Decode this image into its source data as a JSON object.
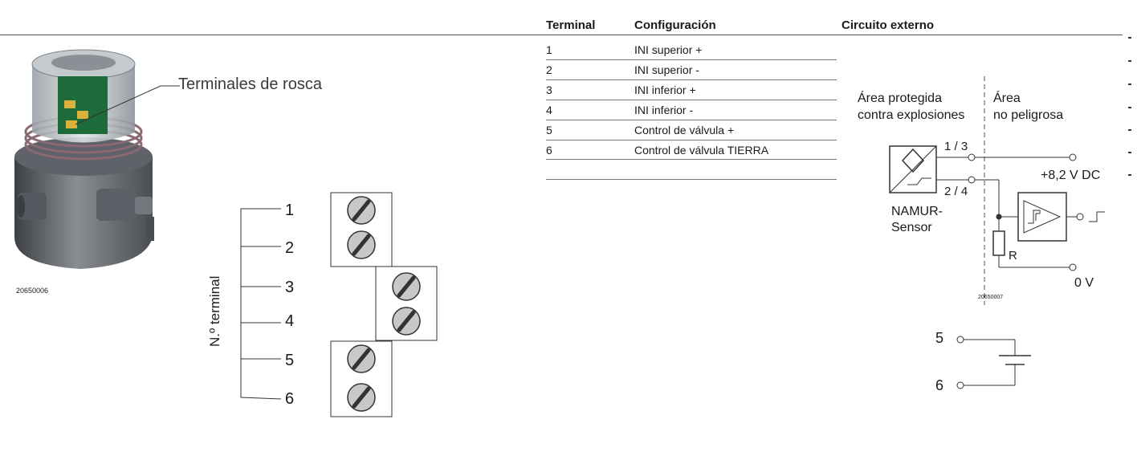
{
  "photo": {
    "callout_label": "Terminales de rosca",
    "image_id": "20650006"
  },
  "terminal_block": {
    "axis_label": "N.º terminal",
    "terminals": [
      "1",
      "2",
      "3",
      "4",
      "5",
      "6"
    ]
  },
  "table": {
    "headers": [
      "Terminal",
      "Configuración",
      "Circuito externo"
    ],
    "rows": [
      {
        "terminal": "1",
        "config": "INI superior +"
      },
      {
        "terminal": "2",
        "config": "INI superior -"
      },
      {
        "terminal": "3",
        "config": "INI inferior +"
      },
      {
        "terminal": "4",
        "config": "INI inferior -"
      },
      {
        "terminal": "5",
        "config": "Control de válvula +"
      },
      {
        "terminal": "6",
        "config": "Control de válvula TIERRA"
      }
    ]
  },
  "circuit": {
    "zone_left_line1": "Área protegida",
    "zone_left_line2": "contra explosiones",
    "zone_right_line1": "Área",
    "zone_right_line2": "no peligrosa",
    "pin_top": "1 / 3",
    "pin_bottom": "2 / 4",
    "supply": "+8,2 V DC",
    "sensor_line1": "NAMUR-",
    "sensor_line2": "Sensor",
    "resistor": "R",
    "ground": "0 V",
    "image_id": "20650007",
    "valve_pin_top": "5",
    "valve_pin_bottom": "6"
  }
}
